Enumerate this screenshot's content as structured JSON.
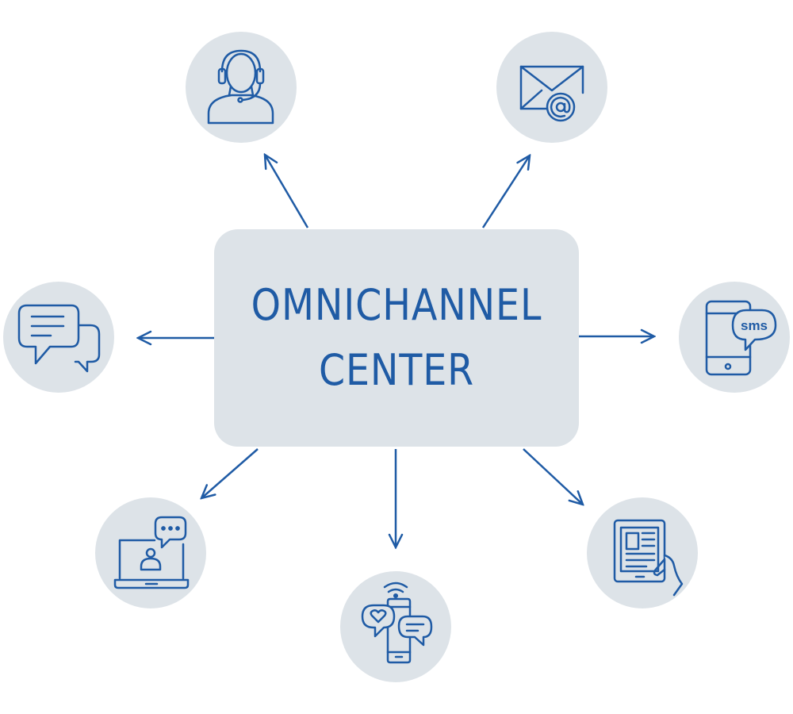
{
  "center": {
    "line1": "OMNICHANNEL",
    "line2": "CENTER"
  },
  "channels": [
    {
      "id": "call-center",
      "icon": "headset-agent-icon"
    },
    {
      "id": "email",
      "icon": "email-envelope-icon"
    },
    {
      "id": "live-chat",
      "icon": "chat-bubbles-icon"
    },
    {
      "id": "sms",
      "icon": "sms-phone-icon"
    },
    {
      "id": "video",
      "icon": "video-chat-laptop-icon"
    },
    {
      "id": "social-mobile",
      "icon": "social-mobile-icon"
    },
    {
      "id": "tablet-self-service",
      "icon": "tablet-hand-icon"
    }
  ],
  "colors": {
    "stroke": "#1f5ba5",
    "circle_fill": "#dde3e8",
    "box_fill": "#dde3e8",
    "background": "#ffffff"
  }
}
